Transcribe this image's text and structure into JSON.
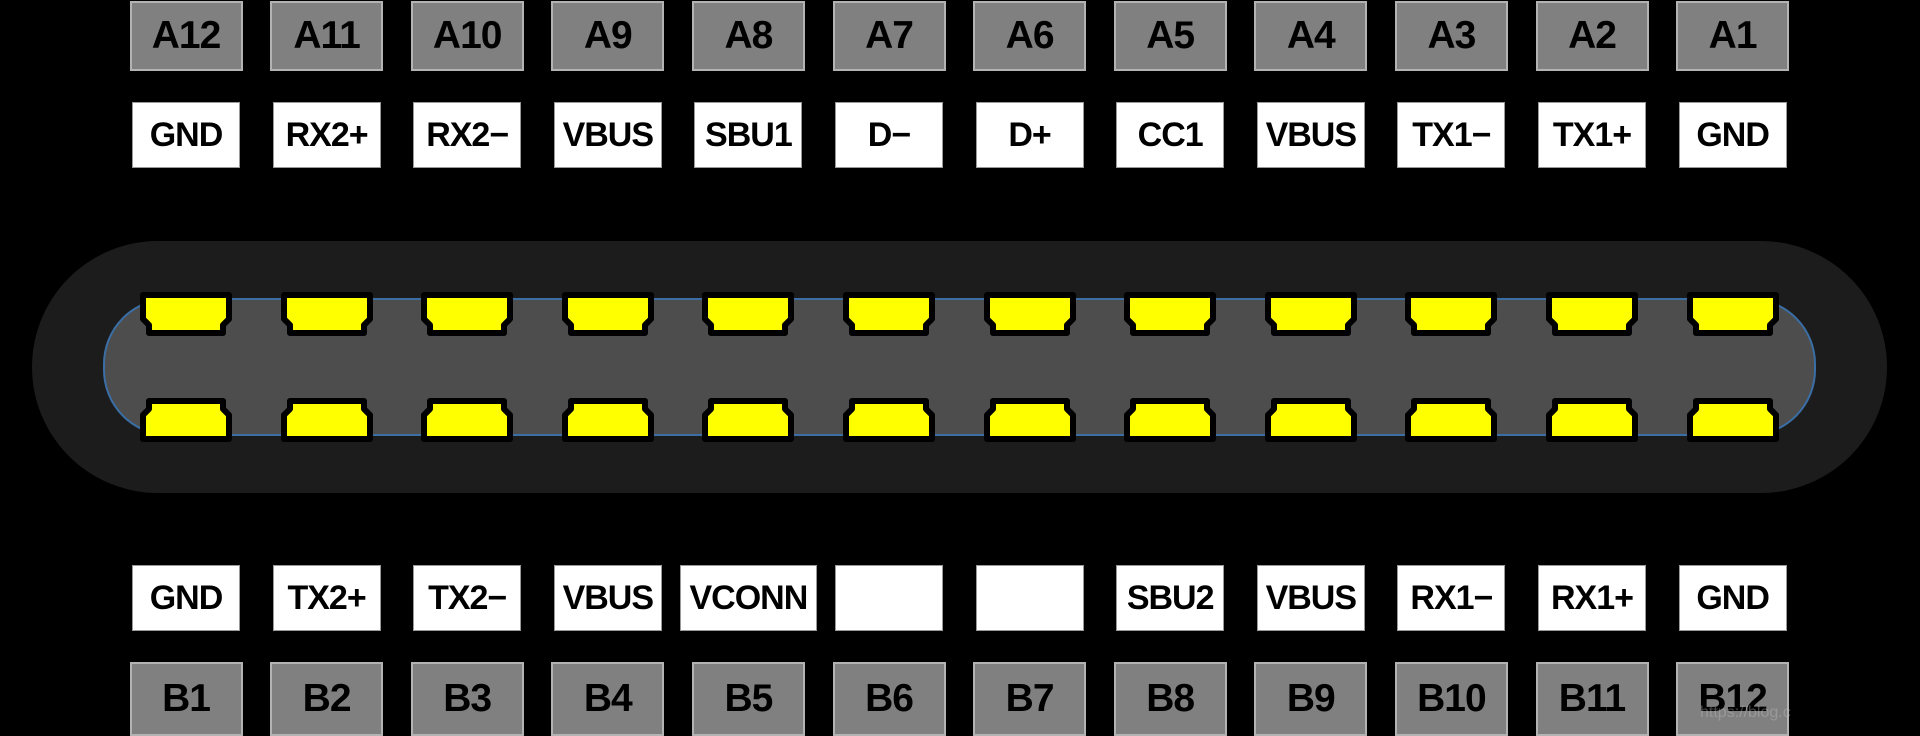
{
  "colors": {
    "pin": "#ffff00",
    "shell": "#1c1c1c",
    "cavity": "#4d4d4d",
    "cavity_border": "#3a6ea5",
    "pin_number_box": "#808080"
  },
  "row_a": {
    "numbers": [
      "A12",
      "A11",
      "A10",
      "A9",
      "A8",
      "A7",
      "A6",
      "A5",
      "A4",
      "A3",
      "A2",
      "A1"
    ],
    "signals": [
      "GND",
      "RX2+",
      "RX2−",
      "VBUS",
      "SBU1",
      "D−",
      "D+",
      "CC1",
      "VBUS",
      "TX1−",
      "TX1+",
      "GND"
    ]
  },
  "row_b": {
    "numbers": [
      "B1",
      "B2",
      "B3",
      "B4",
      "B5",
      "B6",
      "B7",
      "B8",
      "B9",
      "B10",
      "B11",
      "B12"
    ],
    "signals": [
      "GND",
      "TX2+",
      "TX2−",
      "VBUS",
      "VCONN",
      "",
      "",
      "SBU2",
      "VBUS",
      "RX1−",
      "RX1+",
      "GND"
    ]
  },
  "watermark": "https://blog.c"
}
